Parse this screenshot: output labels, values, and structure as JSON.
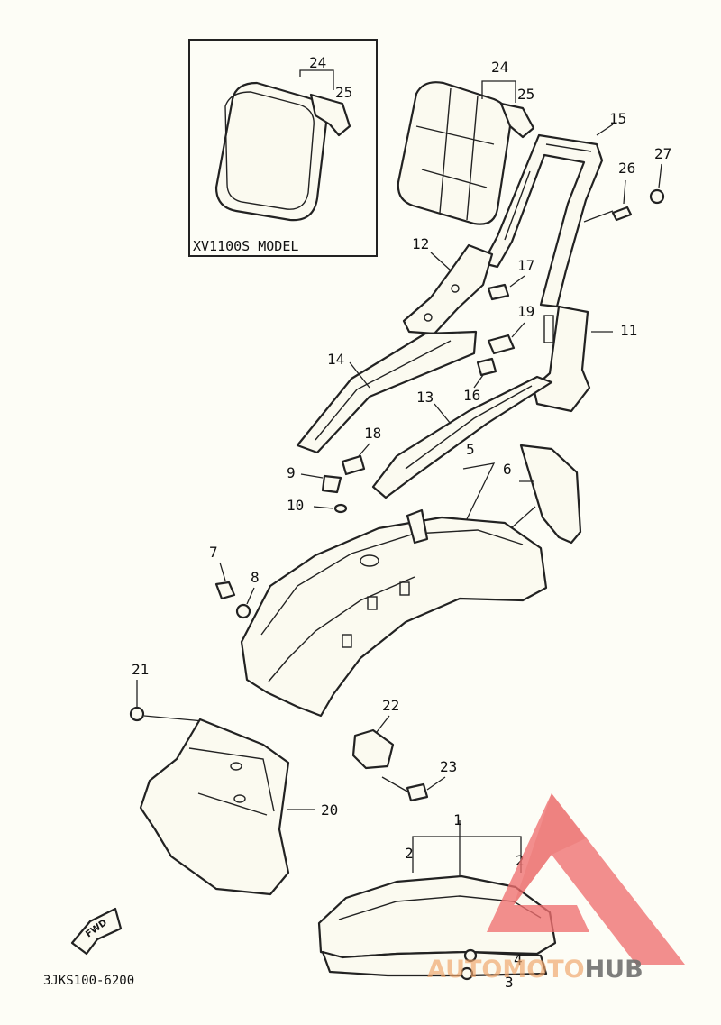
{
  "inset": {
    "title": "XV1100S MODEL"
  },
  "drawing_code": "3JKS100-6200",
  "fwd_label": "FWD",
  "watermark": {
    "part1": "AUTO",
    "part2": "MOTO",
    "part3": "HUB",
    "accent_color": "#f07070",
    "text_color": "#f0a56a",
    "dark_color": "#4a4a4a"
  },
  "callouts": {
    "c1": "1",
    "c2a": "2",
    "c2b": "2",
    "c3": "3",
    "c4": "4",
    "c5": "5",
    "c6": "6",
    "c7": "7",
    "c8": "8",
    "c9": "9",
    "c10": "10",
    "c11": "11",
    "c12": "12",
    "c13": "13",
    "c14": "14",
    "c15": "15",
    "c16": "16",
    "c17": "17",
    "c18": "18",
    "c19": "19",
    "c20": "20",
    "c21": "21",
    "c22": "22",
    "c23": "23",
    "c24a": "24",
    "c25a": "25",
    "c24b": "24",
    "c25b": "25",
    "c26": "26",
    "c27": "27"
  }
}
